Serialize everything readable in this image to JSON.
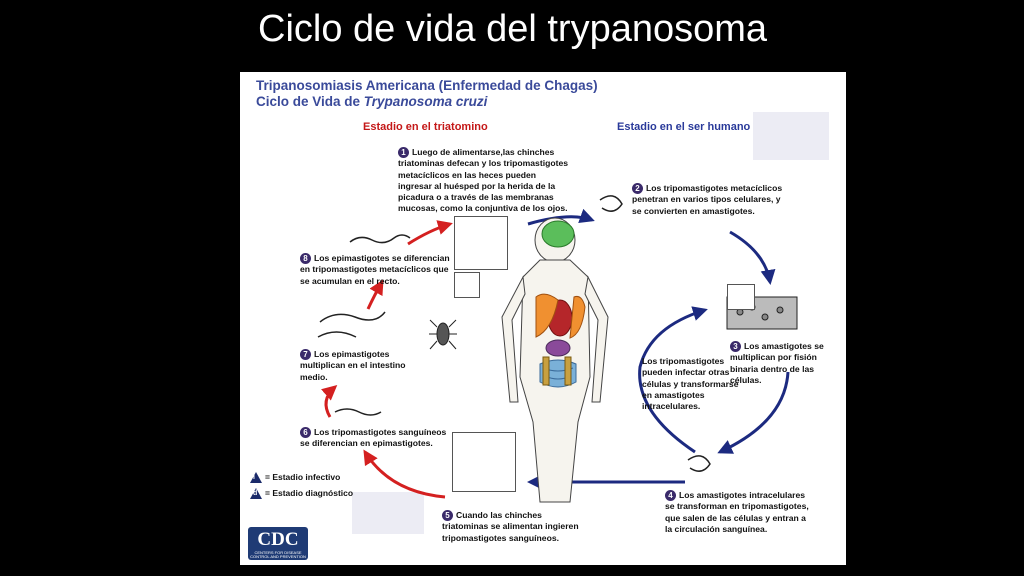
{
  "slide_title": "Ciclo de vida del trypanosoma",
  "figure": {
    "title_line1": "Tripanosomiasis Americana (Enfermedad de Chagas)",
    "title_line2_prefix": "Ciclo de Vida de ",
    "title_line2_species": "Trypanosoma cruzi",
    "stage_vector": "Estadio en el triatomino",
    "stage_human": "Estadio en el ser humano",
    "colors": {
      "red_arrow": "#d42020",
      "blue_arrow": "#1c2a80",
      "stage_vector": "#c41818",
      "stage_human": "#2a3a9a"
    },
    "steps": [
      {
        "n": "1",
        "text": "Luego de alimentarse,las chinches triatominas defecan y los tripomastigotes metacíclicos en las heces pueden ingresar al huésped por la herida de la picadura o a través de las membranas mucosas, como la conjuntiva de los ojos."
      },
      {
        "n": "2",
        "text": "Los tripomastigotes metacíclicos penetran en varios tipos celulares, y se convierten en amastigotes."
      },
      {
        "n": "3",
        "text": "Los amastigotes se multiplican por fisión binaria dentro de las células."
      },
      {
        "n": "4",
        "text": "Los amastigotes intracelulares se transforman en tripomastigotes, que salen de las células y entran a la circulación sanguínea."
      },
      {
        "n": "5",
        "text": "Cuando las chinches triatominas se alimentan ingieren tripomastigotes sanguíneos."
      },
      {
        "n": "6",
        "text": "Los tripomastigotes sanguíneos se diferencian en epimastigotes."
      },
      {
        "n": "7",
        "text": "Los epimastigotes multiplican en el intestino medio."
      },
      {
        "n": "8",
        "text": "Los epimastigotes se diferencian en tripomastigotes metacíclicos que se acumulan en el recto."
      }
    ],
    "center_note": "Los tripomastigotes pueden infectar otras células y transformarse en amastigotes intracelulares.",
    "legend": [
      {
        "symbol": "i",
        "label": "= Estadio infectivo"
      },
      {
        "symbol": "d",
        "label": "= Estadio diagnóstico"
      }
    ],
    "logo": {
      "text": "CDC",
      "subtext": "CENTERS FOR DISEASE CONTROL AND PREVENTION"
    }
  }
}
